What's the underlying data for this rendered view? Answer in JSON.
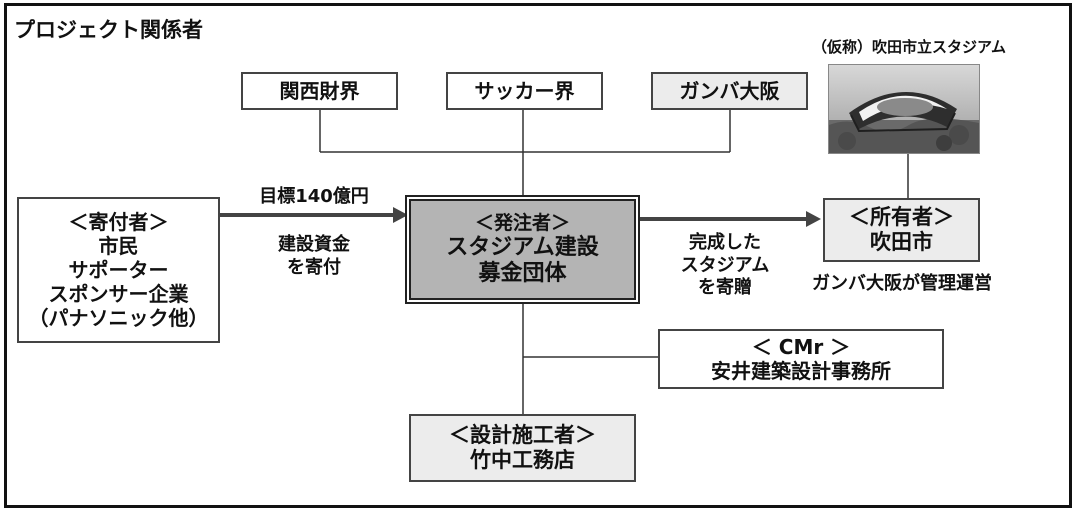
{
  "title": "プロジェクト関係者",
  "photo_caption": "（仮称）吹田市立スタジアム",
  "top_boxes": {
    "kansai": "関西財界",
    "soccer": "サッカー界",
    "gamba": "ガンバ大阪"
  },
  "donors": {
    "heading": "＜寄付者＞",
    "lines": [
      "市民",
      "サポーター",
      "スポンサー企業",
      "（パナソニック他）"
    ]
  },
  "arrow_left": {
    "top_label": "目標140億円",
    "bottom_lines": [
      "建設資金",
      "を寄付"
    ]
  },
  "orderer": {
    "heading": "＜発注者＞",
    "lines": [
      "スタジアム建設",
      "募金団体"
    ]
  },
  "arrow_right": {
    "lines": [
      "完成した",
      "スタジアム",
      "を寄贈"
    ]
  },
  "owner": {
    "heading": "＜所有者＞",
    "name": "吹田市",
    "note": "ガンバ大阪が管理運営"
  },
  "cmr": {
    "heading": "＜ CMr ＞",
    "name": "安井建築設計事務所"
  },
  "contractor": {
    "heading": "＜設計施工者＞",
    "name": "竹中工務店"
  }
}
